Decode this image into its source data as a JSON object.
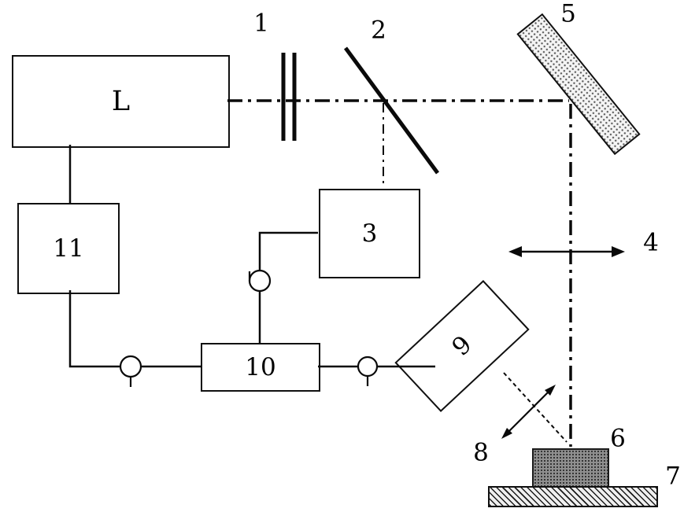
{
  "diagram": {
    "components": {
      "laser": {
        "label": "L"
      },
      "attenuator1": {
        "label": "1"
      },
      "splitter2": {
        "label": "2"
      },
      "unit3": {
        "label": "3"
      },
      "arrow4": {
        "label": "4"
      },
      "mirror5": {
        "label": "5"
      },
      "sample6": {
        "label": "6"
      },
      "stage7": {
        "label": "7"
      },
      "arrow8": {
        "label": "8"
      },
      "detector9": {
        "label": "9"
      },
      "unit10": {
        "label": "10"
      },
      "unit11": {
        "label": "11"
      }
    },
    "colors": {
      "line": "#0a0a0a",
      "background": "#ffffff",
      "sample_fill": "#8f8f8f"
    }
  }
}
